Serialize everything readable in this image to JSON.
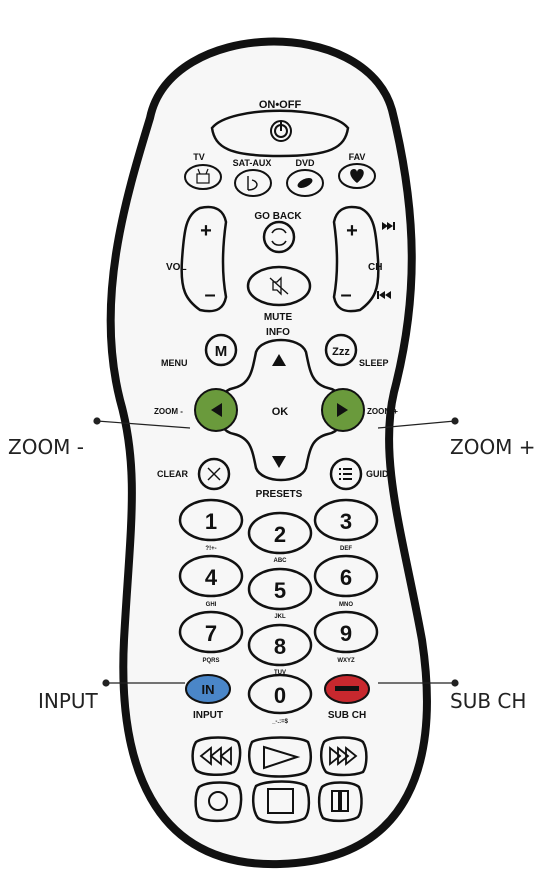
{
  "callouts": {
    "zoom_minus": "ZOOM -",
    "zoom_plus": "ZOOM +",
    "input": "INPUT",
    "sub_ch": "SUB CH"
  },
  "remote": {
    "power": {
      "label": "ON•OFF",
      "icon": "power-icon"
    },
    "sources": [
      {
        "label": "TV",
        "icon": "tv-icon"
      },
      {
        "label": "SAT-AUX",
        "icon": "satellite-icon"
      },
      {
        "label": "DVD",
        "icon": "disc-icon"
      },
      {
        "label": "FAV",
        "icon": "heart-icon"
      }
    ],
    "volume": {
      "label": "VOL",
      "plus": "+",
      "minus": "–"
    },
    "channel": {
      "label": "CH",
      "plus": "+",
      "minus": "–"
    },
    "go_back": "GO BACK",
    "mute": "MUTE",
    "info": "INFO",
    "menu": {
      "label": "MENU",
      "glyph": "M"
    },
    "sleep": {
      "label": "SLEEP",
      "glyph": "Zzz"
    },
    "ok": "OK",
    "zoom_minus": "ZOOM -",
    "zoom_plus": "ZOOM +",
    "clear": "CLEAR",
    "guide": "GUIDE",
    "presets": "PRESETS",
    "keypad": [
      {
        "digit": "1",
        "sub": "?!+-"
      },
      {
        "digit": "2",
        "sub": "ABC"
      },
      {
        "digit": "3",
        "sub": "DEF"
      },
      {
        "digit": "4",
        "sub": "GHI"
      },
      {
        "digit": "5",
        "sub": "JKL"
      },
      {
        "digit": "6",
        "sub": "MNO"
      },
      {
        "digit": "7",
        "sub": "PQRS"
      },
      {
        "digit": "8",
        "sub": "TUV"
      },
      {
        "digit": "9",
        "sub": "WXYZ"
      }
    ],
    "zero": {
      "digit": "0",
      "sub": "_-.:=$"
    },
    "input": {
      "label": "INPUT",
      "glyph": "IN"
    },
    "sub_ch": "SUB CH",
    "colors": {
      "green": "#6a9a3c",
      "blue": "#4a86c8",
      "red": "#c8282e",
      "body": "#f7f7f7",
      "outline": "#111111"
    }
  }
}
